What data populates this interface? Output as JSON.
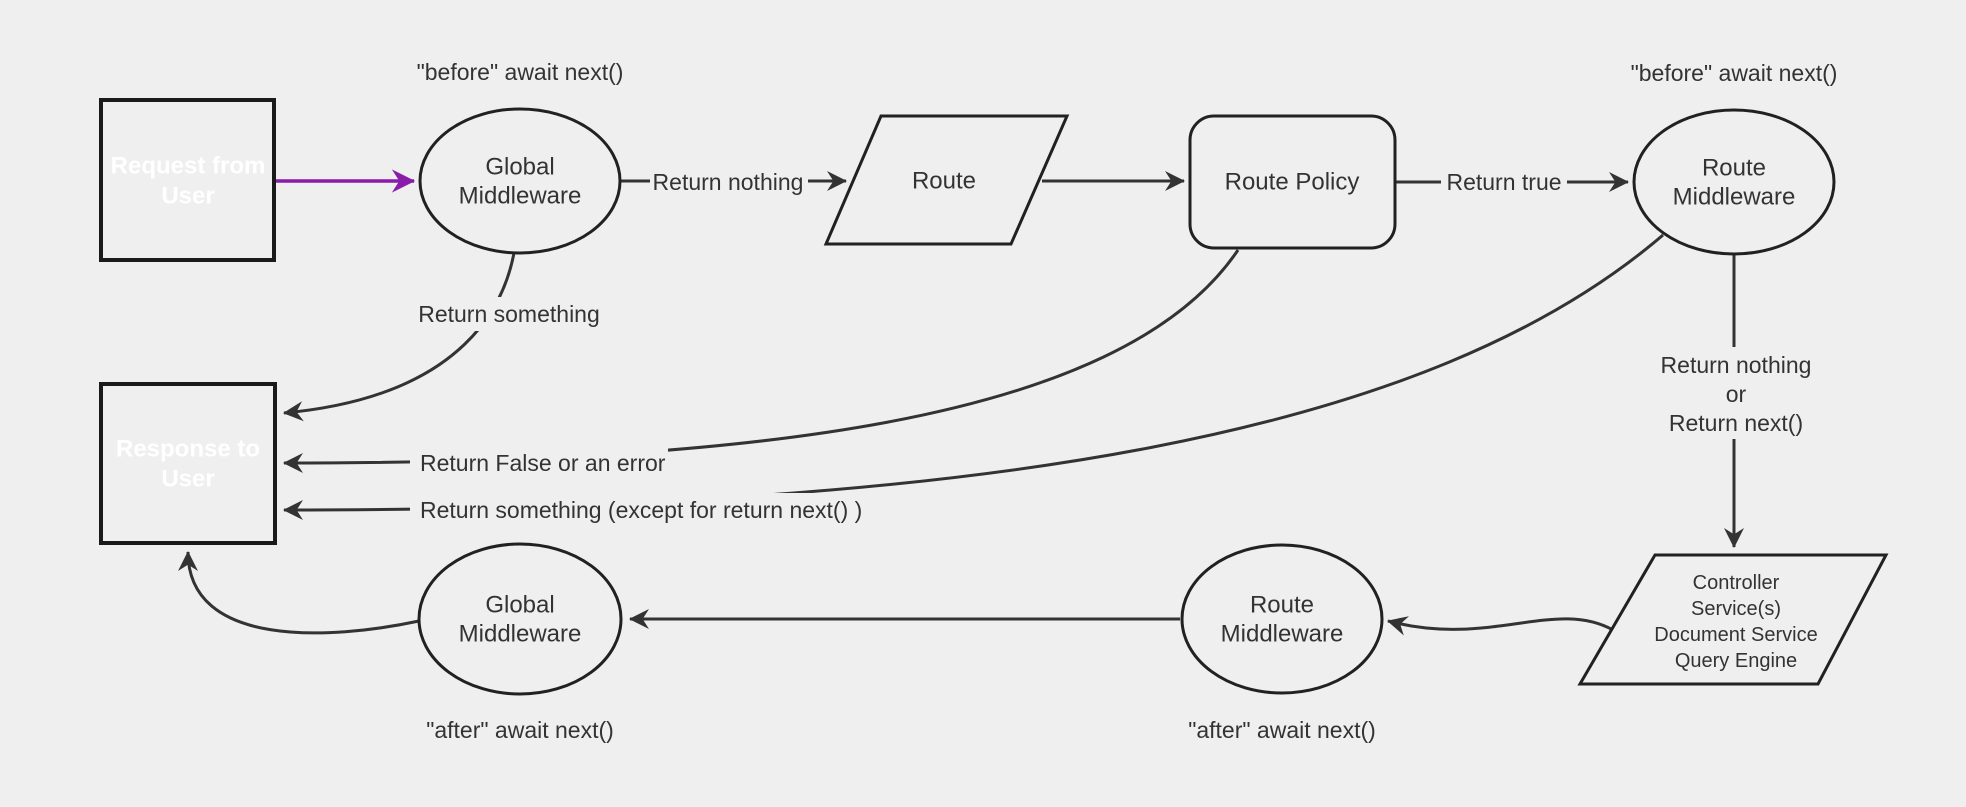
{
  "diagram": {
    "title_hint": "request-response middleware flowchart",
    "colors": {
      "background": "#efefef",
      "node_fill": "#efefef",
      "node_stroke": "#212121",
      "edge_color": "#333333",
      "text_color": "#333333",
      "purple_fill": "#7b1fa2",
      "purple_arrow": "#8a1caa",
      "box_text": "#ffffff"
    },
    "nodes": {
      "request": {
        "lines": [
          "Request from",
          "User"
        ]
      },
      "global_mw_top": {
        "lines": [
          "Global",
          "Middleware"
        ]
      },
      "route": {
        "label": "Route"
      },
      "route_policy": {
        "label": "Route Policy"
      },
      "route_mw_top": {
        "lines": [
          "Route",
          "Middleware"
        ]
      },
      "controller": {
        "lines": [
          "Controller",
          "Service(s)",
          "Document Service",
          "Query Engine"
        ]
      },
      "route_mw_bottom": {
        "lines": [
          "Route",
          "Middleware"
        ]
      },
      "global_mw_bottom": {
        "lines": [
          "Global",
          "Middleware"
        ]
      },
      "response": {
        "lines": [
          "Response to",
          "User"
        ]
      }
    },
    "annotations": {
      "before_await_left": "\"before\" await next()",
      "before_await_right": "\"before\" await next()",
      "after_await_left": "\"after\" await next()",
      "after_await_right": "\"after\" await next()"
    },
    "edge_labels": {
      "return_nothing": "Return nothing",
      "return_true": "Return true",
      "return_something": "Return something",
      "return_false_or_error": "Return False or an error",
      "return_something_except": "Return something (except for return next() )",
      "return_nothing_or": [
        "Return nothing",
        "or",
        "Return next()"
      ]
    }
  }
}
